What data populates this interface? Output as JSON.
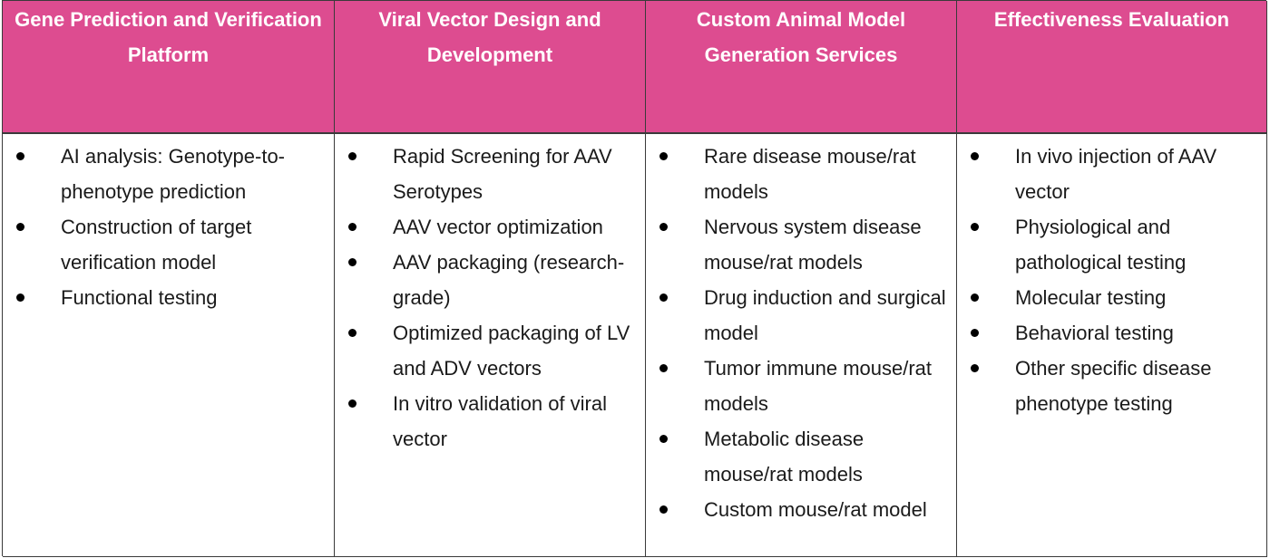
{
  "columns": [
    {
      "header": "Gene Prediction and Verification Platform",
      "items": [
        "AI analysis: Genotype-to-phenotype prediction",
        "Construction of target verification model",
        "Functional testing"
      ]
    },
    {
      "header": "Viral Vector Design and Development",
      "items": [
        "Rapid Screening for AAV Serotypes",
        "AAV vector optimization",
        "AAV packaging (research-grade)",
        "Optimized packaging of LV and ADV vectors",
        "In vitro validation of viral vector"
      ]
    },
    {
      "header": "Custom Animal Model Generation Services",
      "items": [
        "Rare disease mouse/rat models",
        "Nervous system disease mouse/rat models",
        "Drug induction and surgical model",
        "Tumor immune mouse/rat models",
        "Metabolic disease mouse/rat models",
        "Custom mouse/rat model"
      ]
    },
    {
      "header": "Effectiveness Evaluation",
      "items": [
        "In vivo injection of AAV vector",
        "Physiological and pathological testing",
        "Molecular testing",
        "Behavioral testing",
        "Other specific disease phenotype testing"
      ]
    }
  ],
  "colors": {
    "header_bg": "#dd4c90",
    "header_text": "#ffffff",
    "border": "#3a3a3a"
  },
  "icons": {
    "bullet": "filled-circle-bullet"
  }
}
